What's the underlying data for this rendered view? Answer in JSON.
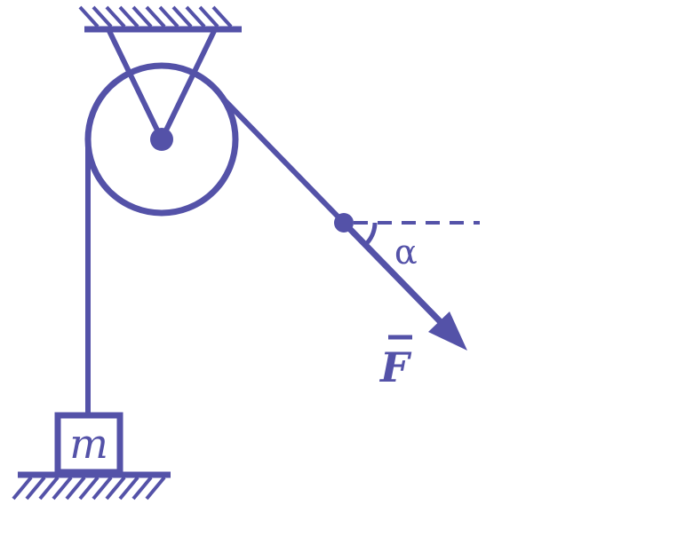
{
  "diagram": {
    "labels": {
      "mass": "m",
      "angle": "α",
      "force": "F"
    },
    "color": "#5452a8"
  }
}
